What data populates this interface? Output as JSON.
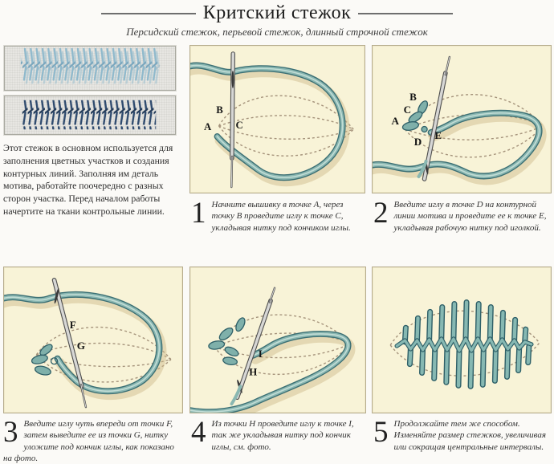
{
  "page": {
    "title": "Критский стежок",
    "subtitle": "Персидский стежок, перьевой стежок, длинный строчной стежок"
  },
  "intro": {
    "text": "Этот стежок в основном используется для заполнения цветных участков и создания контурных линий. Заполняя им деталь мотива, работайте поочередно с разных сторон участка. Перед началом работы начертите на ткани контрольные линии."
  },
  "samples": [
    {
      "name": "open-cretan-stitch-sample",
      "thread_color": "#8fb9cc"
    },
    {
      "name": "closed-cretan-stitch-sample",
      "thread_color": "#2e4a6e"
    }
  ],
  "steps": [
    {
      "number": "1",
      "caption": "Начните вышивку в точке A, через точку B проведите иглу к точке C, укладывая нитку под кончиком иглы.",
      "labels": [
        "B",
        "A",
        "C"
      ]
    },
    {
      "number": "2",
      "caption": "Введите иглу в точке D на контурной линии мотива и проведите ее к точке E, укладывая рабочую нитку под иголкой.",
      "labels": [
        "B",
        "C",
        "A",
        "D",
        "E"
      ]
    },
    {
      "number": "3",
      "caption": "Введите иглу чуть впереди от точки F, затем выведите ее из точки G, нитку уложите под кончик иглы, как показано на фото.",
      "labels": [
        "F",
        "G"
      ]
    },
    {
      "number": "4",
      "caption": "Из точки H проведите иглу к точке I, так же укладывая нитку под кончик иглы, см. фото.",
      "labels": [
        "I",
        "H"
      ]
    },
    {
      "number": "5",
      "caption": "Продолжайте тем же способом. Изменяйте размер стежков, увеличивая или сокращая центральные интервалы.",
      "labels": []
    }
  ],
  "colors": {
    "panel_background": "#f8f3d7",
    "thread": "#8ab7b1",
    "thread_outline": "#3b6f74",
    "guide_dash": "#a5937b",
    "fabric": "#e7e6e2"
  }
}
